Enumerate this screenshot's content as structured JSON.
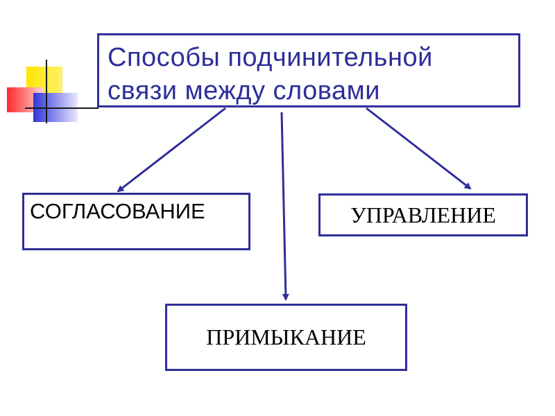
{
  "title": "Способы подчинительной связи между словами",
  "branches": {
    "agreement": "СОГЛАСОВАНИЕ",
    "government": "УПРАВЛЕНИЕ",
    "adjunction": "ПРИМЫКАНИЕ"
  },
  "colors": {
    "border": "#2e2e9a",
    "arrow": "#2e2e9a",
    "title_text": "#2e2e9a"
  }
}
